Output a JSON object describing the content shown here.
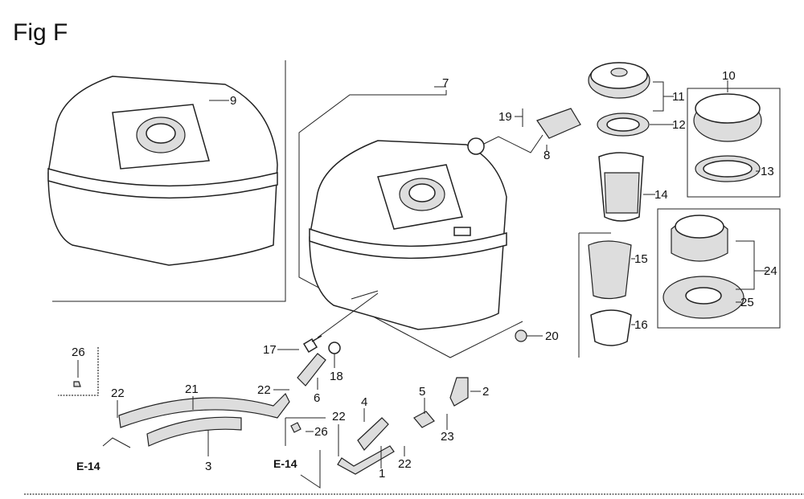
{
  "figure_title": "Fig F",
  "callouts": {
    "c9": "9",
    "c7": "7",
    "c19": "19",
    "c8": "8",
    "c11": "11",
    "c12": "12",
    "c10": "10",
    "c13": "13",
    "c14": "14",
    "c15": "15",
    "c16": "16",
    "c24": "24",
    "c25": "25",
    "c20": "20",
    "c17": "17",
    "c18": "18",
    "c22a": "22",
    "c6": "6",
    "c26a": "26",
    "c22b": "22",
    "c21": "21",
    "c3": "3",
    "c4": "4",
    "c5": "5",
    "c2": "2",
    "c23": "23",
    "c22c": "22",
    "c26b": "26",
    "c22d": "22",
    "c1": "1"
  },
  "references": {
    "ref_left": "E-14",
    "ref_mid": "E-14"
  }
}
